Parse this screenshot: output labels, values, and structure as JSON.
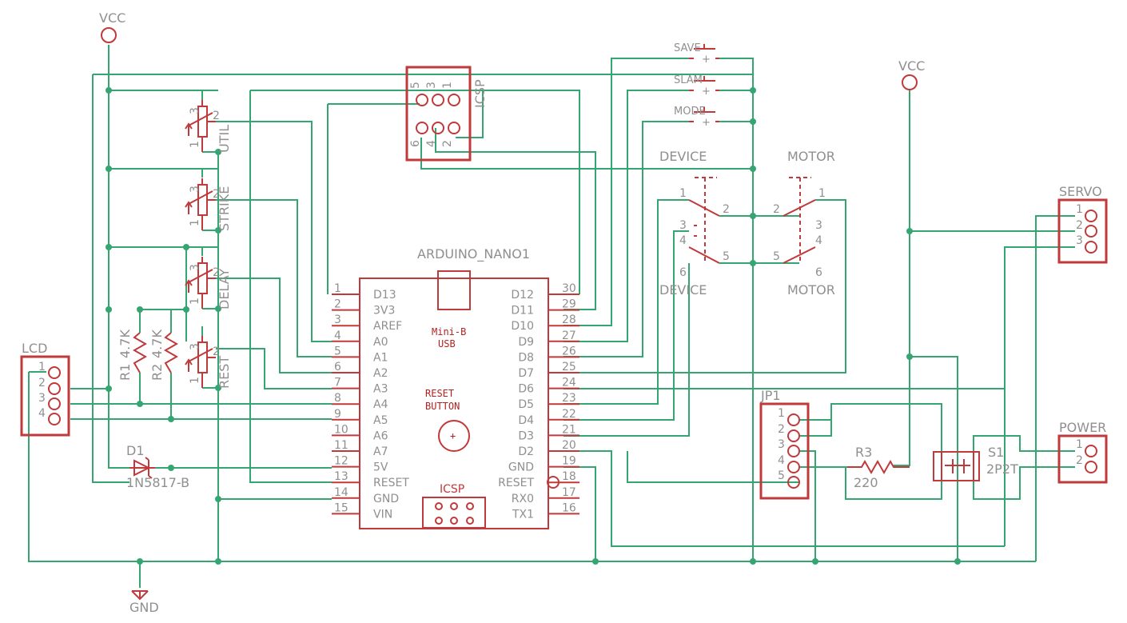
{
  "schematic": {
    "power": {
      "vcc_left": "VCC",
      "vcc_right": "VCC",
      "gnd": "GND"
    },
    "arduino": {
      "name": "ARDUINO_NANO1",
      "usb_label_1": "Mini-B",
      "usb_label_2": "USB",
      "reset_label_1": "RESET",
      "reset_label_2": "BUTTON",
      "icsp_label": "ICSP",
      "left_pins": [
        {
          "num": "1",
          "name": "D13"
        },
        {
          "num": "2",
          "name": "3V3"
        },
        {
          "num": "3",
          "name": "AREF"
        },
        {
          "num": "4",
          "name": "A0"
        },
        {
          "num": "5",
          "name": "A1"
        },
        {
          "num": "6",
          "name": "A2"
        },
        {
          "num": "7",
          "name": "A3"
        },
        {
          "num": "8",
          "name": "A4"
        },
        {
          "num": "9",
          "name": "A5"
        },
        {
          "num": "10",
          "name": "A6"
        },
        {
          "num": "11",
          "name": "A7"
        },
        {
          "num": "12",
          "name": "5V"
        },
        {
          "num": "13",
          "name": "RESET"
        },
        {
          "num": "14",
          "name": "GND"
        },
        {
          "num": "15",
          "name": "VIN"
        }
      ],
      "right_pins": [
        {
          "num": "30",
          "name": "D12"
        },
        {
          "num": "29",
          "name": "D11"
        },
        {
          "num": "28",
          "name": "D10"
        },
        {
          "num": "27",
          "name": "D9"
        },
        {
          "num": "26",
          "name": "D8"
        },
        {
          "num": "25",
          "name": "D7"
        },
        {
          "num": "24",
          "name": "D6"
        },
        {
          "num": "23",
          "name": "D5"
        },
        {
          "num": "22",
          "name": "D4"
        },
        {
          "num": "21",
          "name": "D3"
        },
        {
          "num": "20",
          "name": "D2"
        },
        {
          "num": "19",
          "name": "GND"
        },
        {
          "num": "18",
          "name": "RESET"
        },
        {
          "num": "17",
          "name": "RX0"
        },
        {
          "num": "16",
          "name": "TX1"
        }
      ]
    },
    "icsp_header": {
      "label": "ICSP",
      "p5": "5",
      "p3": "3",
      "p1": "1",
      "p6": "6",
      "p4": "4",
      "p2": "2"
    },
    "pots": [
      {
        "name": "UTIL",
        "pin1": "1",
        "pin2": "2",
        "pin3": "3"
      },
      {
        "name": "STRIKE",
        "pin1": "1",
        "pin2": "2",
        "pin3": "3"
      },
      {
        "name": "DELAY",
        "pin1": "1",
        "pin2": "2",
        "pin3": "3"
      },
      {
        "name": "REST",
        "pin1": "1",
        "pin2": "2",
        "pin3": "3"
      }
    ],
    "resistors": {
      "r1": {
        "name": "R1",
        "value": "4.7K"
      },
      "r2": {
        "name": "R2",
        "value": "4.7K"
      },
      "r3": {
        "name": "R3",
        "value": "220"
      }
    },
    "diode": {
      "name": "D1",
      "value": "1N5817-B"
    },
    "lcd": {
      "name": "LCD",
      "pins": [
        "1",
        "2",
        "3",
        "4"
      ]
    },
    "buttons": [
      "SAVE",
      "SLAM",
      "MODE"
    ],
    "switches": {
      "device_top": "DEVICE",
      "device_bottom": "DEVICE",
      "motor_top": "MOTOR",
      "motor_bottom": "MOTOR",
      "pins": {
        "p1": "1",
        "p2": "2",
        "p3": "3",
        "p4": "4",
        "p5": "5",
        "p6": "6"
      }
    },
    "servo": {
      "name": "SERVO",
      "pins": [
        "1",
        "2",
        "3"
      ]
    },
    "jp1": {
      "name": "JP1",
      "pins": [
        "1",
        "2",
        "3",
        "4",
        "5"
      ]
    },
    "s1": {
      "name": "S1",
      "value": "2P2T"
    },
    "power_conn": {
      "name": "POWER",
      "pins": [
        "1",
        "2"
      ]
    },
    "colors": {
      "wire": "#35a572",
      "part": "#c0393b",
      "label": "#8f8f8f"
    }
  }
}
